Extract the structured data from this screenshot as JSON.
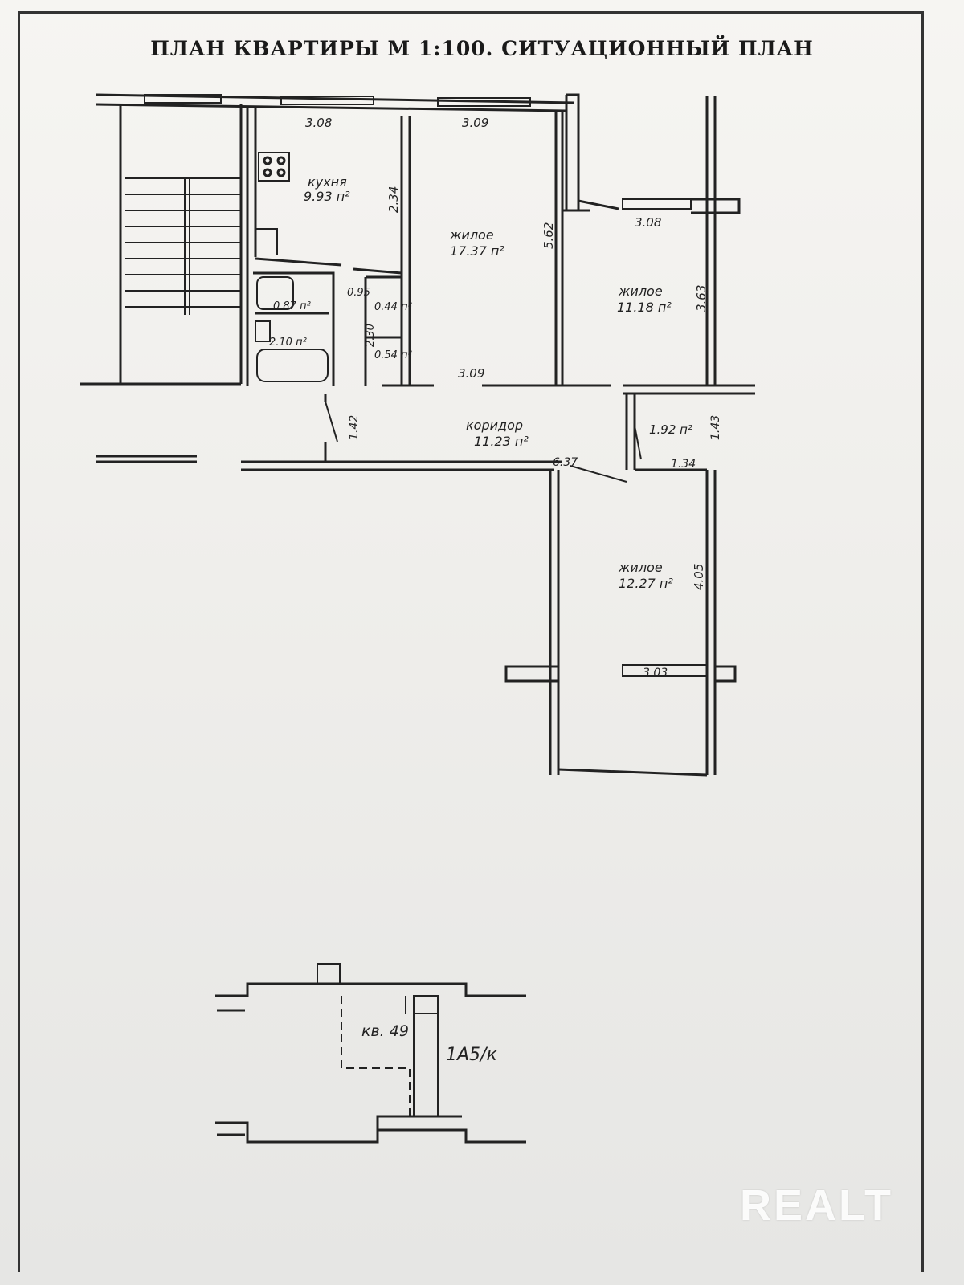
{
  "document": {
    "title": "ПЛАН КВАРТИРЫ М 1:100.   СИТУАЦИОННЫЙ ПЛАН"
  },
  "rooms": {
    "kitchen": {
      "name": "кухня",
      "area": "9.93 п²",
      "top_dim": "3.08",
      "side_dim": "2.34"
    },
    "living1": {
      "name": "жилое",
      "area": "17.37 п²",
      "top_dim": "3.09",
      "side_dim": "5.62",
      "bottom_dim": "3.09"
    },
    "living2": {
      "name": "жилое",
      "area": "11.18 п²",
      "top_dim": "3.08",
      "side_dim": "3.63"
    },
    "living3": {
      "name": "жилое",
      "area": "12.27 п²",
      "side_dim": "4.05",
      "bottom_dim": "3.03"
    },
    "corridor": {
      "name": "коридор",
      "area": "11.23 п²",
      "length_dim": "6.37",
      "width_dim": "1.42"
    },
    "closet": {
      "area": "1.92 п²",
      "dim_w": "1.34",
      "dim_h": "1.43"
    },
    "wc": {
      "area": "0.87 п²",
      "dim": "0.95"
    },
    "bath": {
      "area": "2.10 п²"
    },
    "pantry1": {
      "area": "0.44 п²"
    },
    "pantry2": {
      "area": "0.54 п²"
    },
    "pantry_dim": "2.30"
  },
  "situation_plan": {
    "apartment_label": "кв. 49",
    "section_label": "1А5/к"
  },
  "watermark": "REALT"
}
